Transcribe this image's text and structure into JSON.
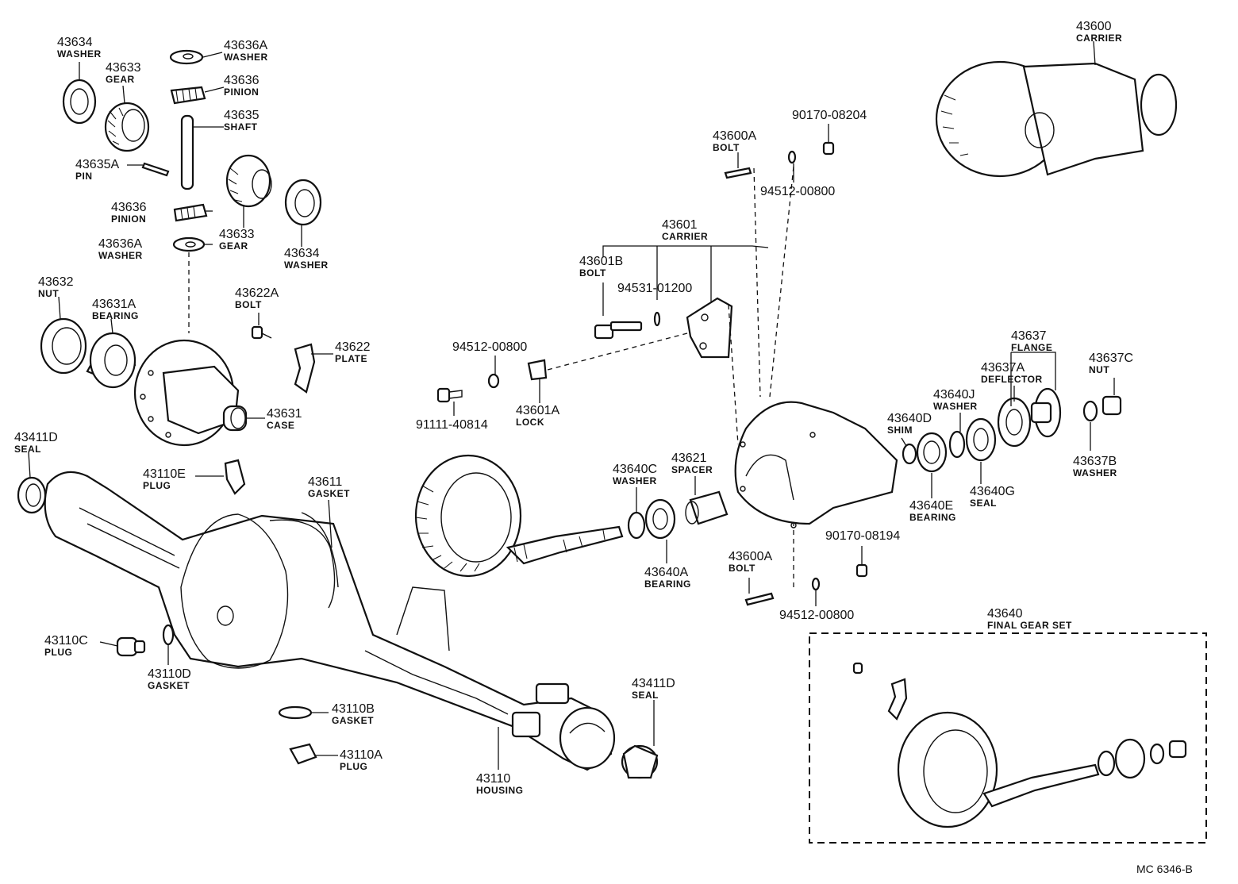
{
  "diagram_code": "MC  6346-B",
  "parts": [
    {
      "key": "p43634a",
      "number": "43634",
      "name": "WASHER"
    },
    {
      "key": "p43633a",
      "number": "43633",
      "name": "GEAR"
    },
    {
      "key": "p43636Aa",
      "number": "43636A",
      "name": "WASHER"
    },
    {
      "key": "p43636a",
      "number": "43636",
      "name": "PINION"
    },
    {
      "key": "p43635",
      "number": "43635",
      "name": "SHAFT"
    },
    {
      "key": "p43635A",
      "number": "43635A",
      "name": "PIN"
    },
    {
      "key": "p43636b",
      "number": "43636",
      "name": "PINION"
    },
    {
      "key": "p43633b",
      "number": "43633",
      "name": "GEAR"
    },
    {
      "key": "p43634b",
      "number": "43634",
      "name": "WASHER"
    },
    {
      "key": "p43636Ab",
      "number": "43636A",
      "name": "WASHER"
    },
    {
      "key": "p43632",
      "number": "43632",
      "name": "NUT"
    },
    {
      "key": "p43631A",
      "number": "43631A",
      "name": "BEARING"
    },
    {
      "key": "p43622A",
      "number": "43622A",
      "name": "BOLT"
    },
    {
      "key": "p43622",
      "number": "43622",
      "name": "PLATE"
    },
    {
      "key": "p43631",
      "number": "43631",
      "name": "CASE"
    },
    {
      "key": "p43411Da",
      "number": "43411D",
      "name": "SEAL"
    },
    {
      "key": "p43110E",
      "number": "43110E",
      "name": "PLUG"
    },
    {
      "key": "p43611",
      "number": "43611",
      "name": "GASKET"
    },
    {
      "key": "p43110C",
      "number": "43110C",
      "name": "PLUG"
    },
    {
      "key": "p43110D",
      "number": "43110D",
      "name": "GASKET"
    },
    {
      "key": "p43110B",
      "number": "43110B",
      "name": "GASKET"
    },
    {
      "key": "p43110A",
      "number": "43110A",
      "name": "PLUG"
    },
    {
      "key": "p43110",
      "number": "43110",
      "name": "HOUSING"
    },
    {
      "key": "p43411Db",
      "number": "43411D",
      "name": "SEAL"
    },
    {
      "key": "p43600",
      "number": "43600",
      "name": "CARRIER"
    },
    {
      "key": "p43600Aa",
      "number": "43600A",
      "name": "BOLT"
    },
    {
      "key": "p90170_08204",
      "number": "90170-08204",
      "name": ""
    },
    {
      "key": "p94512_00800a",
      "number": "94512-00800",
      "name": ""
    },
    {
      "key": "p43601",
      "number": "43601",
      "name": "CARRIER"
    },
    {
      "key": "p43601B",
      "number": "43601B",
      "name": "BOLT"
    },
    {
      "key": "p94531_01200",
      "number": "94531-01200",
      "name": ""
    },
    {
      "key": "p94512_00800b",
      "number": "94512-00800",
      "name": ""
    },
    {
      "key": "p91111_40814",
      "number": "91111-40814",
      "name": ""
    },
    {
      "key": "p43601A",
      "number": "43601A",
      "name": "LOCK"
    },
    {
      "key": "p43637",
      "number": "43637",
      "name": "FLANGE"
    },
    {
      "key": "p43637A",
      "number": "43637A",
      "name": "DEFLECTOR"
    },
    {
      "key": "p43637C",
      "number": "43637C",
      "name": "NUT"
    },
    {
      "key": "p43640J",
      "number": "43640J",
      "name": "WASHER"
    },
    {
      "key": "p43640D",
      "number": "43640D",
      "name": "SHIM"
    },
    {
      "key": "p43637B",
      "number": "43637B",
      "name": "WASHER"
    },
    {
      "key": "p43640G",
      "number": "43640G",
      "name": "SEAL"
    },
    {
      "key": "p43640E",
      "number": "43640E",
      "name": "BEARING"
    },
    {
      "key": "p43640C",
      "number": "43640C",
      "name": "WASHER"
    },
    {
      "key": "p43621",
      "number": "43621",
      "name": "SPACER"
    },
    {
      "key": "p43640A",
      "number": "43640A",
      "name": "BEARING"
    },
    {
      "key": "p90170_08194",
      "number": "90170-08194",
      "name": ""
    },
    {
      "key": "p43600Ab",
      "number": "43600A",
      "name": "BOLT"
    },
    {
      "key": "p94512_00800c",
      "number": "94512-00800",
      "name": ""
    },
    {
      "key": "p43640",
      "number": "43640",
      "name": "FINAL GEAR SET"
    }
  ]
}
